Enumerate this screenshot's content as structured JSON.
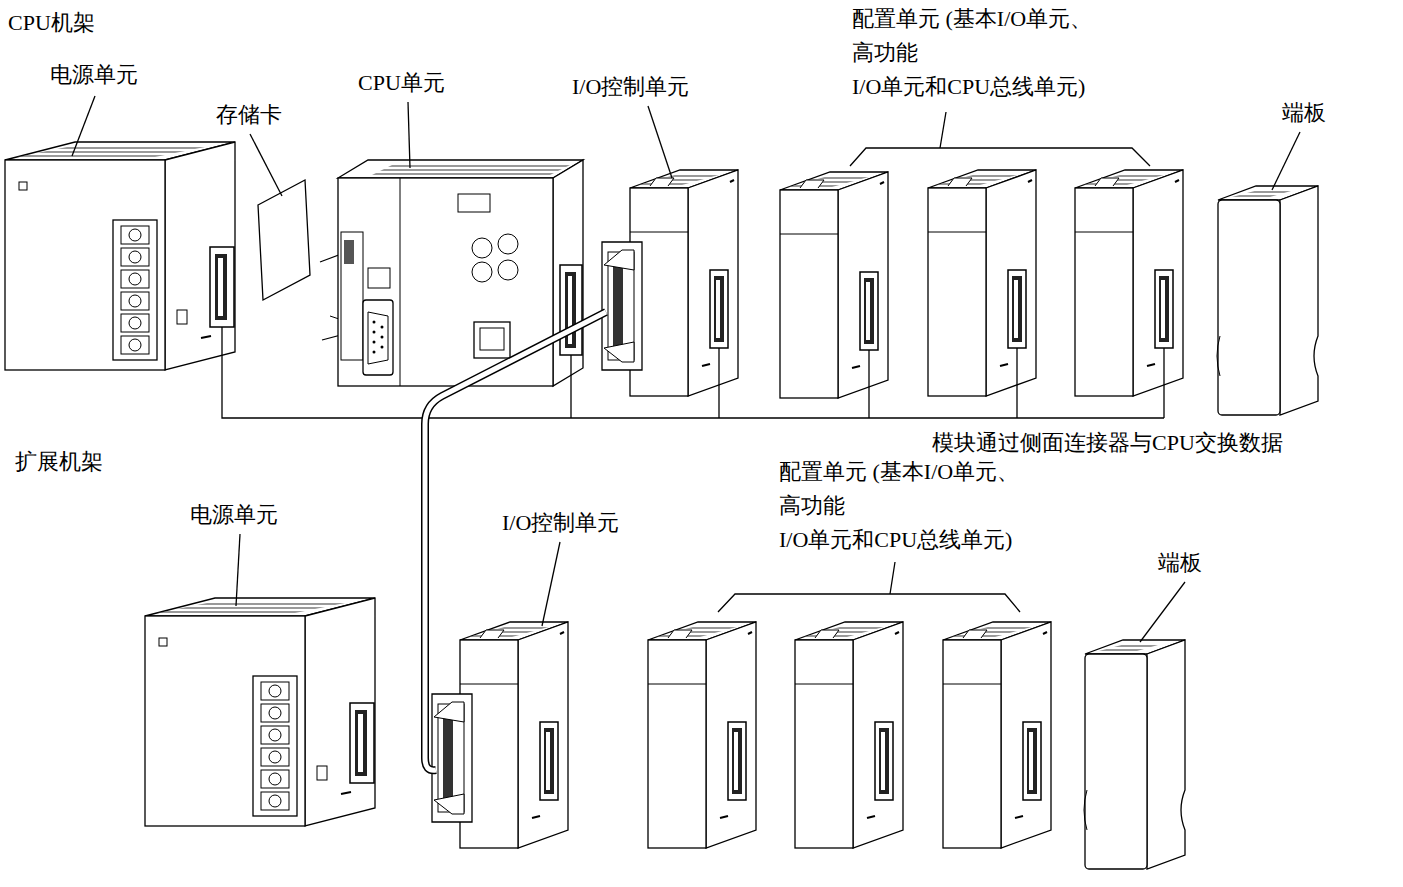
{
  "diagram": {
    "labels": [
      "CPU机架",
      "电源单元",
      "存储卡",
      "CPU单元",
      "I/O控制单元",
      "配置单元 (基本I/O单元、高功能 I/O单元和CPU总线单元)",
      "端板",
      "模块通过侧面连接器与CPU交换数据",
      "扩展机架",
      "电源单元",
      "I/O控制单元",
      "配置单元 (基本I/O单元、高功能 I/O单元和CPU总线单元)",
      "端板"
    ]
  }
}
